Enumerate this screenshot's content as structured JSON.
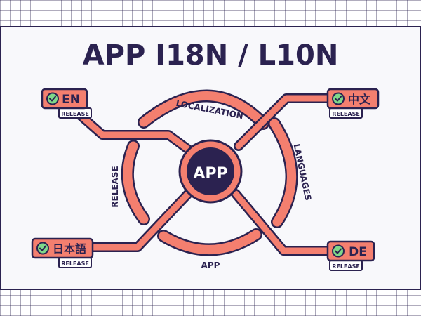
{
  "title": "APP I18N / L10N",
  "center_label": "APP",
  "arc_labels": {
    "top": "LOCALIZATION",
    "left": "RELEASE",
    "right": "LANGUAGES",
    "bottom": "APP"
  },
  "badges": [
    {
      "id": "en",
      "lang": "EN",
      "tag": "RELEASE"
    },
    {
      "id": "zh",
      "lang": "中文",
      "tag": "RELEASE"
    },
    {
      "id": "ja",
      "lang": "日本語",
      "tag": "RELEASE"
    },
    {
      "id": "de",
      "lang": "DE",
      "tag": "RELEASE"
    }
  ],
  "colors": {
    "navy": "#2b2250",
    "coral": "#f47f6f",
    "check_green": "#7fd88a",
    "background": "#f8f8fb",
    "grid": "#2b2250"
  },
  "icons": {
    "badge": "check-circle-icon"
  }
}
